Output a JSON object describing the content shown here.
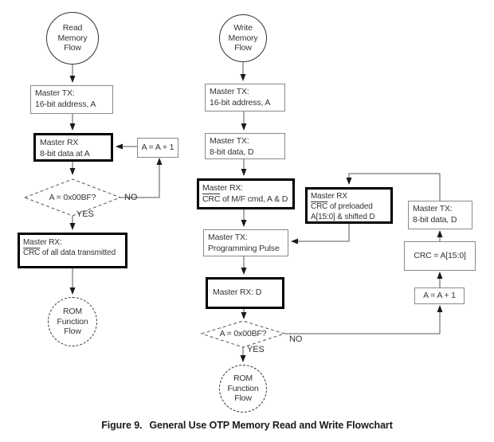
{
  "caption": {
    "prefix": "Figure 9.",
    "title": "General Use OTP Memory Read and Write Flowchart"
  },
  "labels": {
    "yes": "YES",
    "no": "NO"
  },
  "read": {
    "start": {
      "l1": "Read",
      "l2": "Memory",
      "l3": "Flow"
    },
    "tx_addr": {
      "l1": "Master TX:",
      "l2": "16-bit address, A"
    },
    "rx_data": {
      "l1": "Master RX",
      "l2": "8-bit data at A"
    },
    "decision": {
      "text": "A = 0x00BF?"
    },
    "increment": {
      "text": "A = A + 1"
    },
    "rx_crc": {
      "l1": "Master RX:",
      "crc": "CRC",
      "rest": " of all data transmitted"
    },
    "end": {
      "l1": "ROM",
      "l2": "Function",
      "l3": "Flow"
    }
  },
  "write": {
    "start": {
      "l1": "Write",
      "l2": "Memory",
      "l3": "Flow"
    },
    "tx_addr": {
      "l1": "Master TX:",
      "l2": "16-bit address, A"
    },
    "tx_data": {
      "l1": "Master TX:",
      "l2": "8-bit data, D"
    },
    "rx_crc_cmd": {
      "l1": "Master RX:",
      "crc": "CRC",
      "rest": " of M/F cmd, A & D"
    },
    "tx_pulse": {
      "l1": "Master TX:",
      "l2": "Programming Pulse"
    },
    "rx_d": {
      "text": "Master RX: D"
    },
    "decision": {
      "text": "A = 0x00BF?"
    },
    "end": {
      "l1": "ROM",
      "l2": "Function",
      "l3": "Flow"
    },
    "loop": {
      "rx_crc_preloaded": {
        "l1": "Master RX",
        "crc": "CRC",
        "rest": " of preloaded",
        "l3": "A[15:0] & shifted D"
      },
      "tx_data": {
        "l1": "Master TX:",
        "l2": "8-bit data, D"
      },
      "crc_assign": {
        "text": "CRC = A[15:0]"
      },
      "increment": {
        "text": "A = A + 1"
      }
    }
  }
}
